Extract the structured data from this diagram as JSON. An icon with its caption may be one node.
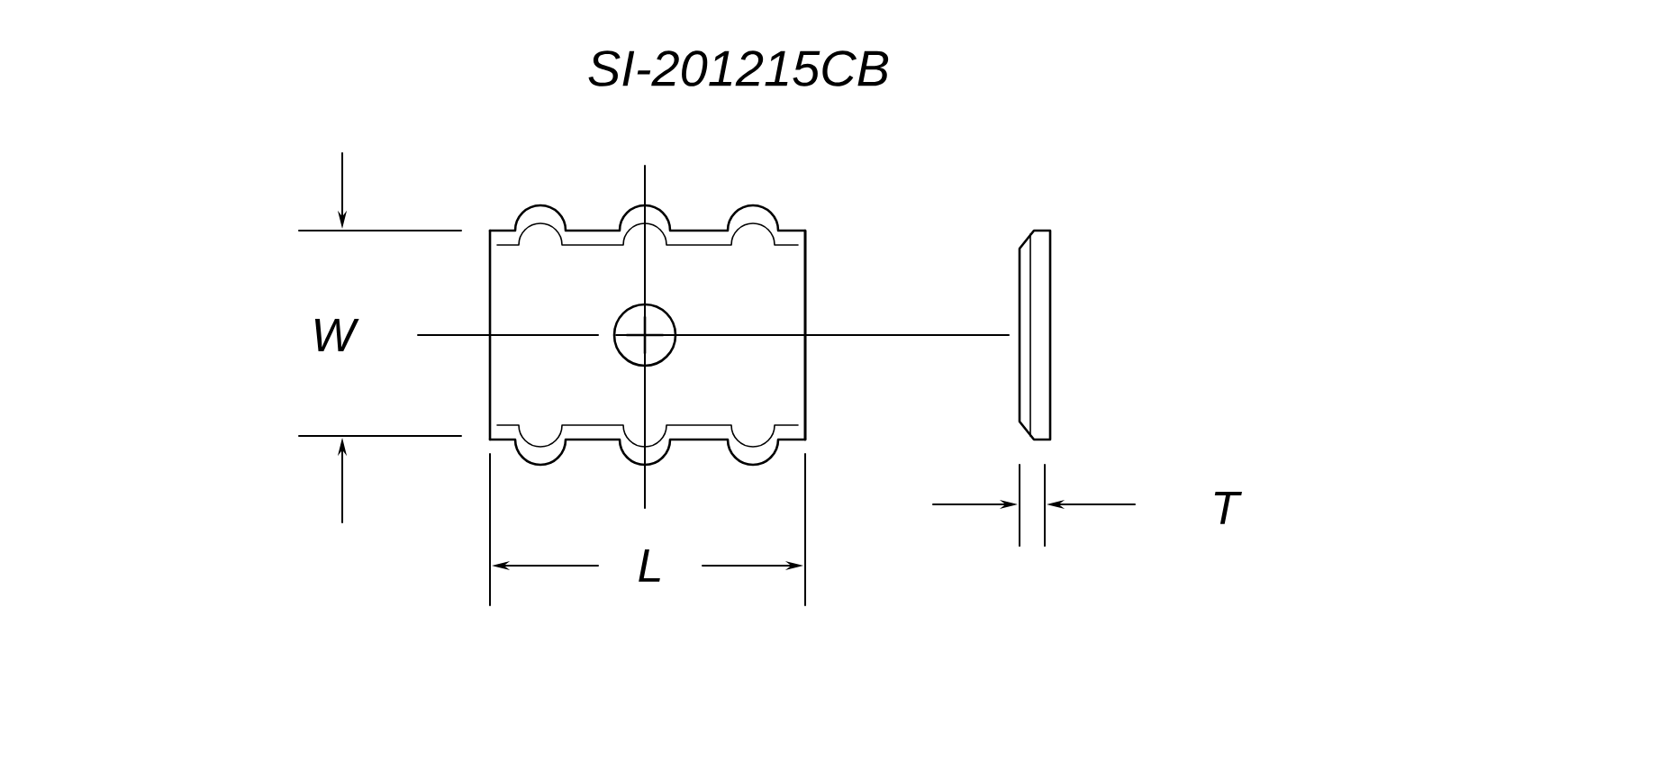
{
  "diagram": {
    "title": "SI-201215CB",
    "labels": [
      "W",
      "L",
      "T"
    ]
  }
}
